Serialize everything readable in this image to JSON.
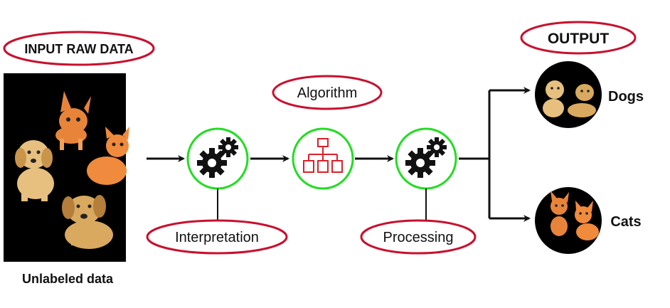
{
  "labels": {
    "input": "INPUT RAW DATA",
    "unlabeled": "Unlabeled data",
    "algorithm": "Algorithm",
    "interpretation": "Interpretation",
    "processing": "Processing",
    "output": "OUTPUT",
    "dogs": "Dogs",
    "cats": "Cats"
  },
  "colors": {
    "oval_border": "#c8102e",
    "node_border": "#22dd22",
    "node_fill": "#ffffff",
    "arrow": "#111111",
    "hierarchy_icon": "#d9222a",
    "photo_background": "#000000",
    "dog_fur": "#d9a95f",
    "cat_fur": "#e8843a"
  },
  "icons": {
    "interpretation": "gears-icon",
    "algorithm": "hierarchy-icon",
    "processing": "gears-icon",
    "dogs": "dogs-photo",
    "cats": "cats-photo"
  }
}
